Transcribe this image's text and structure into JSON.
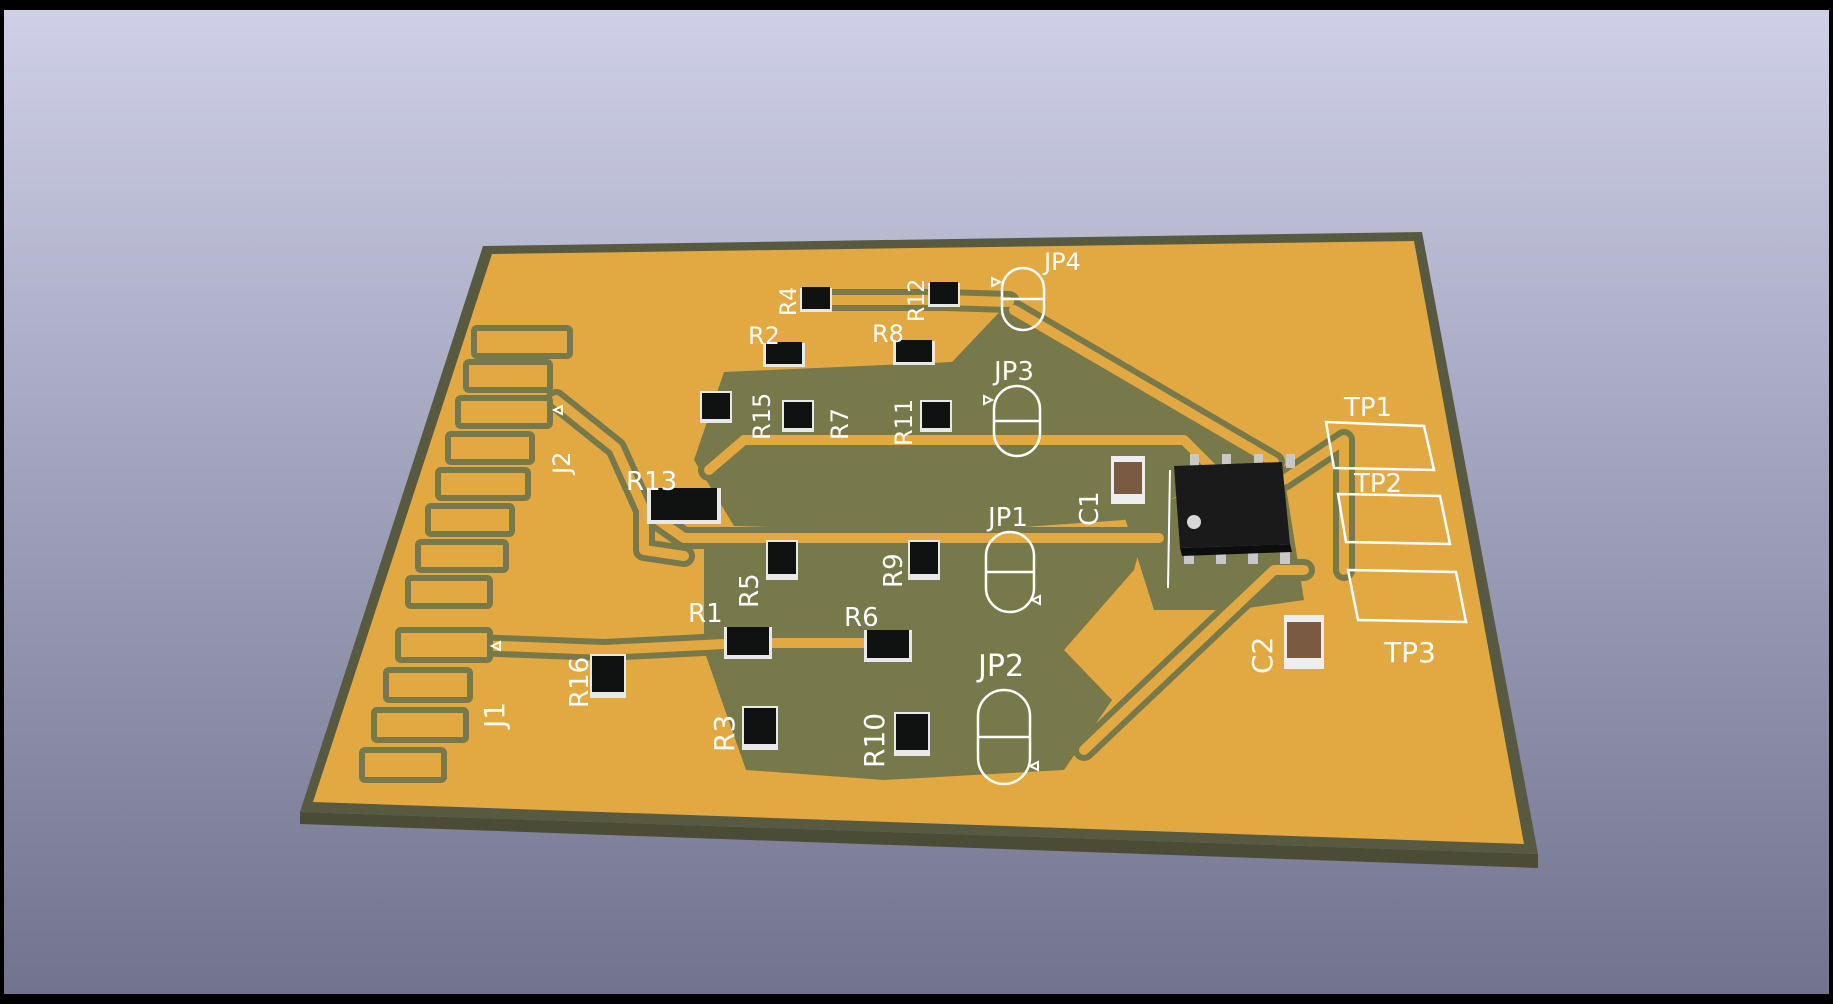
{
  "viewer": {
    "colors": {
      "background_top": "#cfd0e8",
      "background_bottom": "#72738c",
      "board_edge": "#575a40",
      "copper": "#e2a943",
      "substrate": "#77794a",
      "silkscreen": "#ffffff",
      "resistor_body": "#101212",
      "capacitor_body": "#7a5a40",
      "ic_body": "#1a1a1a"
    }
  },
  "pcb": {
    "labels": {
      "jp4": "JP4",
      "r4": "R4",
      "r12": "R12",
      "r2": "R2",
      "r8": "R8",
      "jp3": "JP3",
      "r15": "R15",
      "r7": "R7",
      "r11": "R11",
      "tp1": "TP1",
      "j2": "J2",
      "tp2": "TP2",
      "r13": "R13",
      "c1": "C1",
      "jp1": "JP1",
      "r5": "R5",
      "r9": "R9",
      "r1": "R1",
      "r6": "R6",
      "tp3": "TP3",
      "c2": "C2",
      "jp2": "JP2",
      "r16": "R16",
      "j1": "J1",
      "r3": "R3",
      "r10": "R10"
    }
  }
}
